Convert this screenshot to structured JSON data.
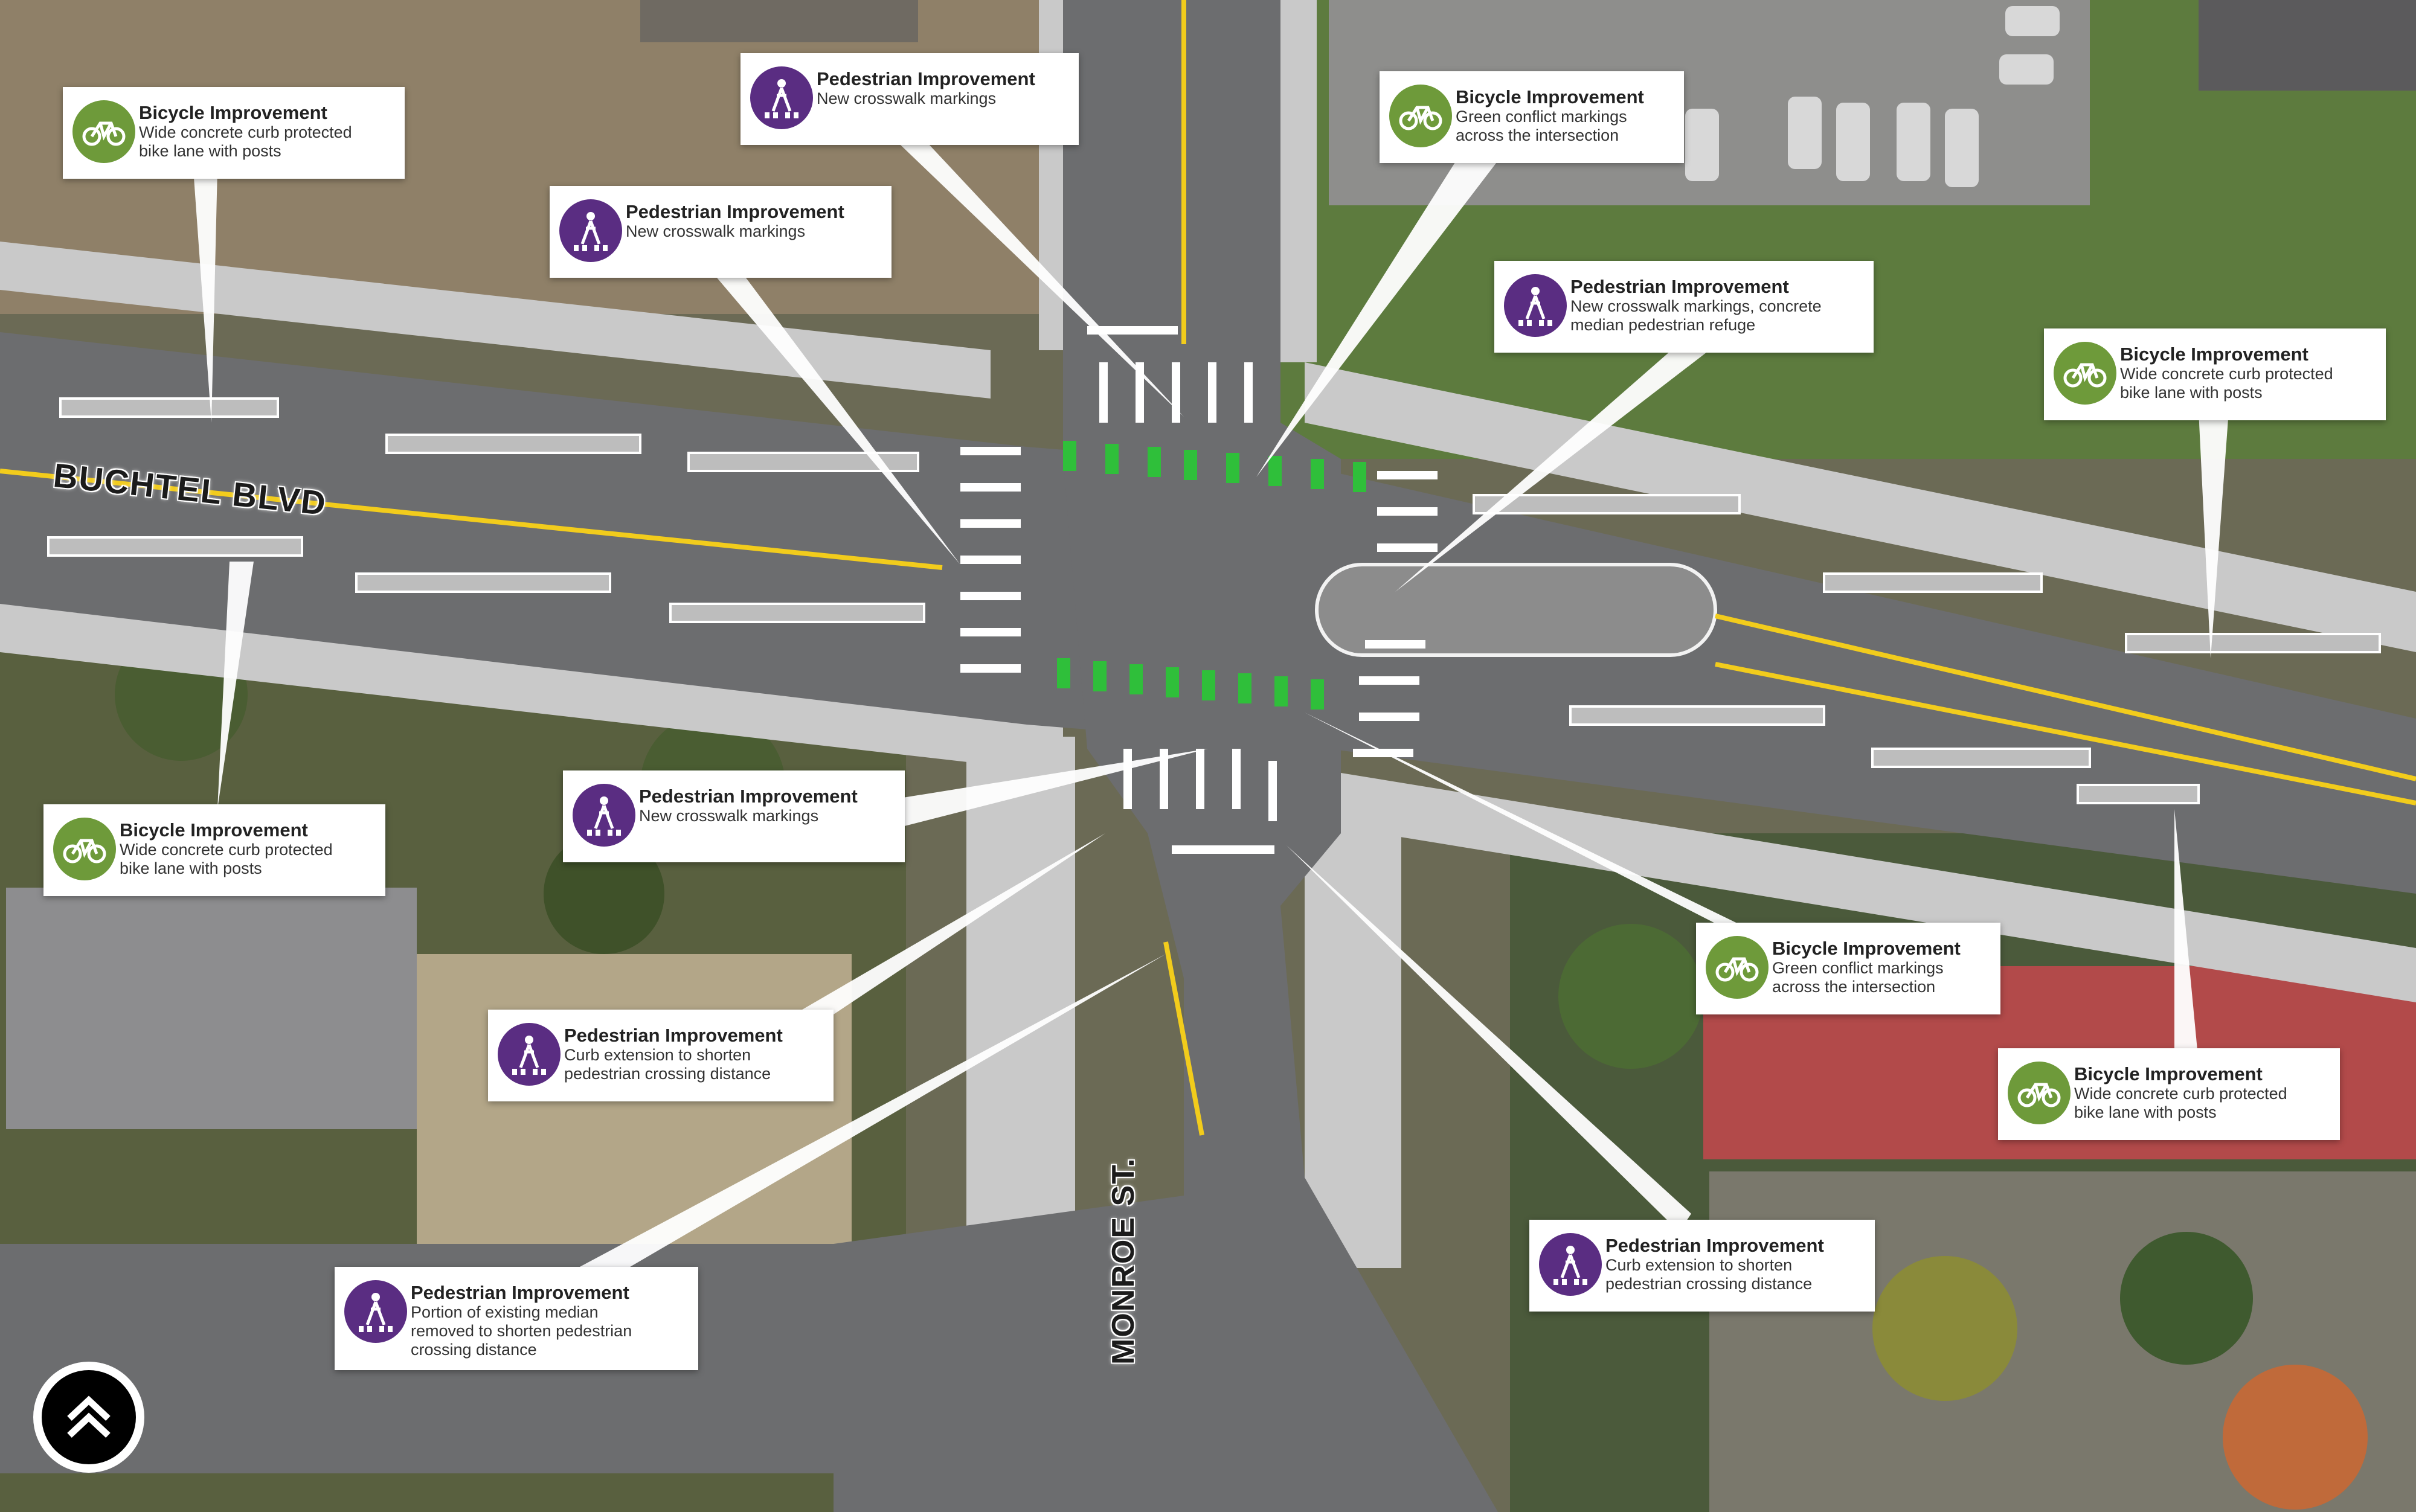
{
  "map": {
    "road_labels": {
      "buchtel": "BUCHTEL BLVD",
      "monroe": "MONROE ST."
    },
    "colors": {
      "bicycle_badge": "#6e9a3a",
      "pedestrian_badge": "#5a2d82",
      "conflict_marking": "#2fbf3a",
      "asphalt": "#6c6d6f",
      "sidewalk": "#c9c9c9",
      "centerline": "#f2cc1c"
    },
    "callouts": [
      {
        "kind": "bicycle",
        "icon": "bicycle-icon",
        "title": "Bicycle Improvement",
        "desc": "Wide concrete curb protected\nbike lane with posts"
      },
      {
        "kind": "pedestrian",
        "icon": "pedestrian-crosswalk-icon",
        "title": "Pedestrian Improvement",
        "desc": "New crosswalk markings"
      },
      {
        "kind": "bicycle",
        "icon": "bicycle-icon",
        "title": "Bicycle Improvement",
        "desc": "Green conflict markings\nacross the intersection"
      },
      {
        "kind": "pedestrian",
        "icon": "pedestrian-crosswalk-icon",
        "title": "Pedestrian Improvement",
        "desc": "New crosswalk markings"
      },
      {
        "kind": "pedestrian",
        "icon": "pedestrian-crosswalk-icon",
        "title": "Pedestrian Improvement",
        "desc": "New crosswalk markings, concrete\nmedian pedestrian refuge"
      },
      {
        "kind": "bicycle",
        "icon": "bicycle-icon",
        "title": "Bicycle Improvement",
        "desc": "Wide concrete curb protected\nbike lane with posts"
      },
      {
        "kind": "bicycle",
        "icon": "bicycle-icon",
        "title": "Bicycle Improvement",
        "desc": "Wide concrete curb protected\nbike lane with posts"
      },
      {
        "kind": "pedestrian",
        "icon": "pedestrian-crosswalk-icon",
        "title": "Pedestrian Improvement",
        "desc": "New crosswalk markings"
      },
      {
        "kind": "bicycle",
        "icon": "bicycle-icon",
        "title": "Bicycle Improvement",
        "desc": "Green conflict markings\nacross the intersection"
      },
      {
        "kind": "pedestrian",
        "icon": "pedestrian-crosswalk-icon",
        "title": "Pedestrian Improvement",
        "desc": "Curb extension to shorten\npedestrian crossing distance"
      },
      {
        "kind": "bicycle",
        "icon": "bicycle-icon",
        "title": "Bicycle Improvement",
        "desc": "Wide concrete curb protected\nbike lane with posts"
      },
      {
        "kind": "pedestrian",
        "icon": "pedestrian-crosswalk-icon",
        "title": "Pedestrian Improvement",
        "desc": "Curb extension to shorten\npedestrian crossing distance"
      },
      {
        "kind": "pedestrian",
        "icon": "pedestrian-crosswalk-icon",
        "title": "Pedestrian Improvement",
        "desc": "Portion of existing median\nremoved to shorten pedestrian\ncrossing distance"
      }
    ],
    "logo_icon": "double-chevron-up-icon"
  }
}
